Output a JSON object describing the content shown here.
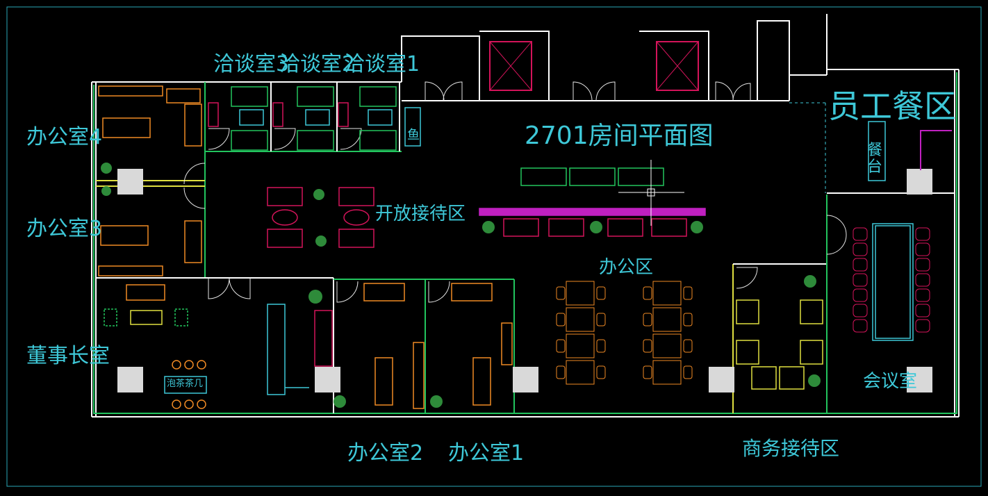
{
  "drawing": {
    "title": "2701房间平面图",
    "rooms": {
      "negotiation_3": "洽谈室3",
      "negotiation_2": "洽谈室2",
      "negotiation_1": "洽谈室1",
      "office_4": "办公室4",
      "office_3": "办公室3",
      "office_2": "办公室2",
      "office_1": "办公室1",
      "chairman": "董事长室",
      "open_reception": "开放接待区",
      "office_area": "办公区",
      "staff_dining": "员工餐区",
      "dining_counter": "餐台",
      "meeting_room": "会议室",
      "business_reception": "商务接待区",
      "fish_tank": "鱼",
      "tea_table": "泡茶茶几"
    }
  },
  "colors": {
    "background": "#000000",
    "text": "#3ec8d8",
    "wall": "#ffffff",
    "partition": "#22c55e",
    "furniture": "#f08a24",
    "sofa": "#d4145a",
    "door": "#e5e5e5",
    "column": "#d9d9d9"
  }
}
